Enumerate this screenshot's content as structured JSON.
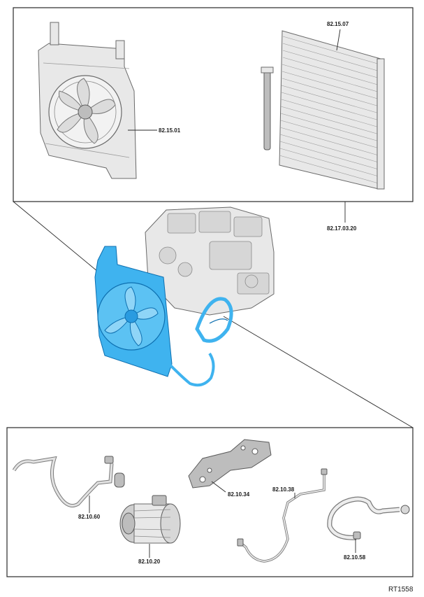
{
  "labels": {
    "fan": "82.15.01",
    "condenser": "82.15.07",
    "module": "82.17.03.20",
    "hose_left": "82.10.60",
    "compressor": "82.10.20",
    "bracket": "82.10.34",
    "pipe": "82.10.38",
    "hose_right": "82.10.58"
  },
  "reference": "RT1558",
  "colors": {
    "highlight": "#3fb3ef",
    "highlight_stroke": "#0d6fb0",
    "part_gray": "#e8e8e8",
    "line": "#2a2a2a"
  }
}
